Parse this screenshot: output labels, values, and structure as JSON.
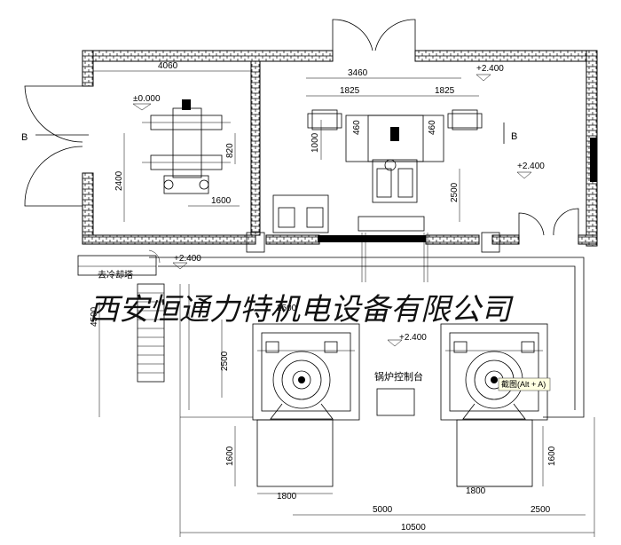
{
  "dimensions": {
    "left_room_width": "4060",
    "right_room_width": "3460",
    "span_left": "1825",
    "span_right": "1825",
    "left_room_depth": "2400",
    "pump_offset": "1600",
    "pump_gap": "820",
    "bracket_height": "1000",
    "cabinet_left": "460",
    "cabinet_right": "460",
    "pipe_depth": "2500",
    "stair_height": "4500",
    "boiler_depth": "2500",
    "boiler_gap_top": "2500",
    "boiler_left_depth": "1600",
    "boiler_right_depth": "1600",
    "boiler_left_width": "1800",
    "boiler_right_width": "1800",
    "boiler_spacing": "5000",
    "edge_offset": "2500",
    "total_width": "10500"
  },
  "levels": {
    "left_room": "±0.000",
    "top_right": "+2.400",
    "right_side": "+2.400",
    "corridor": "+2.400",
    "center": "+2.400"
  },
  "labels": {
    "section_left": "B",
    "section_right": "B",
    "duct_label": "去冷却塔",
    "control_panel": "锅炉控制台",
    "tooltip": "截图(Alt + A)",
    "watermark": "西安恒通力特机电设备有限公司"
  }
}
